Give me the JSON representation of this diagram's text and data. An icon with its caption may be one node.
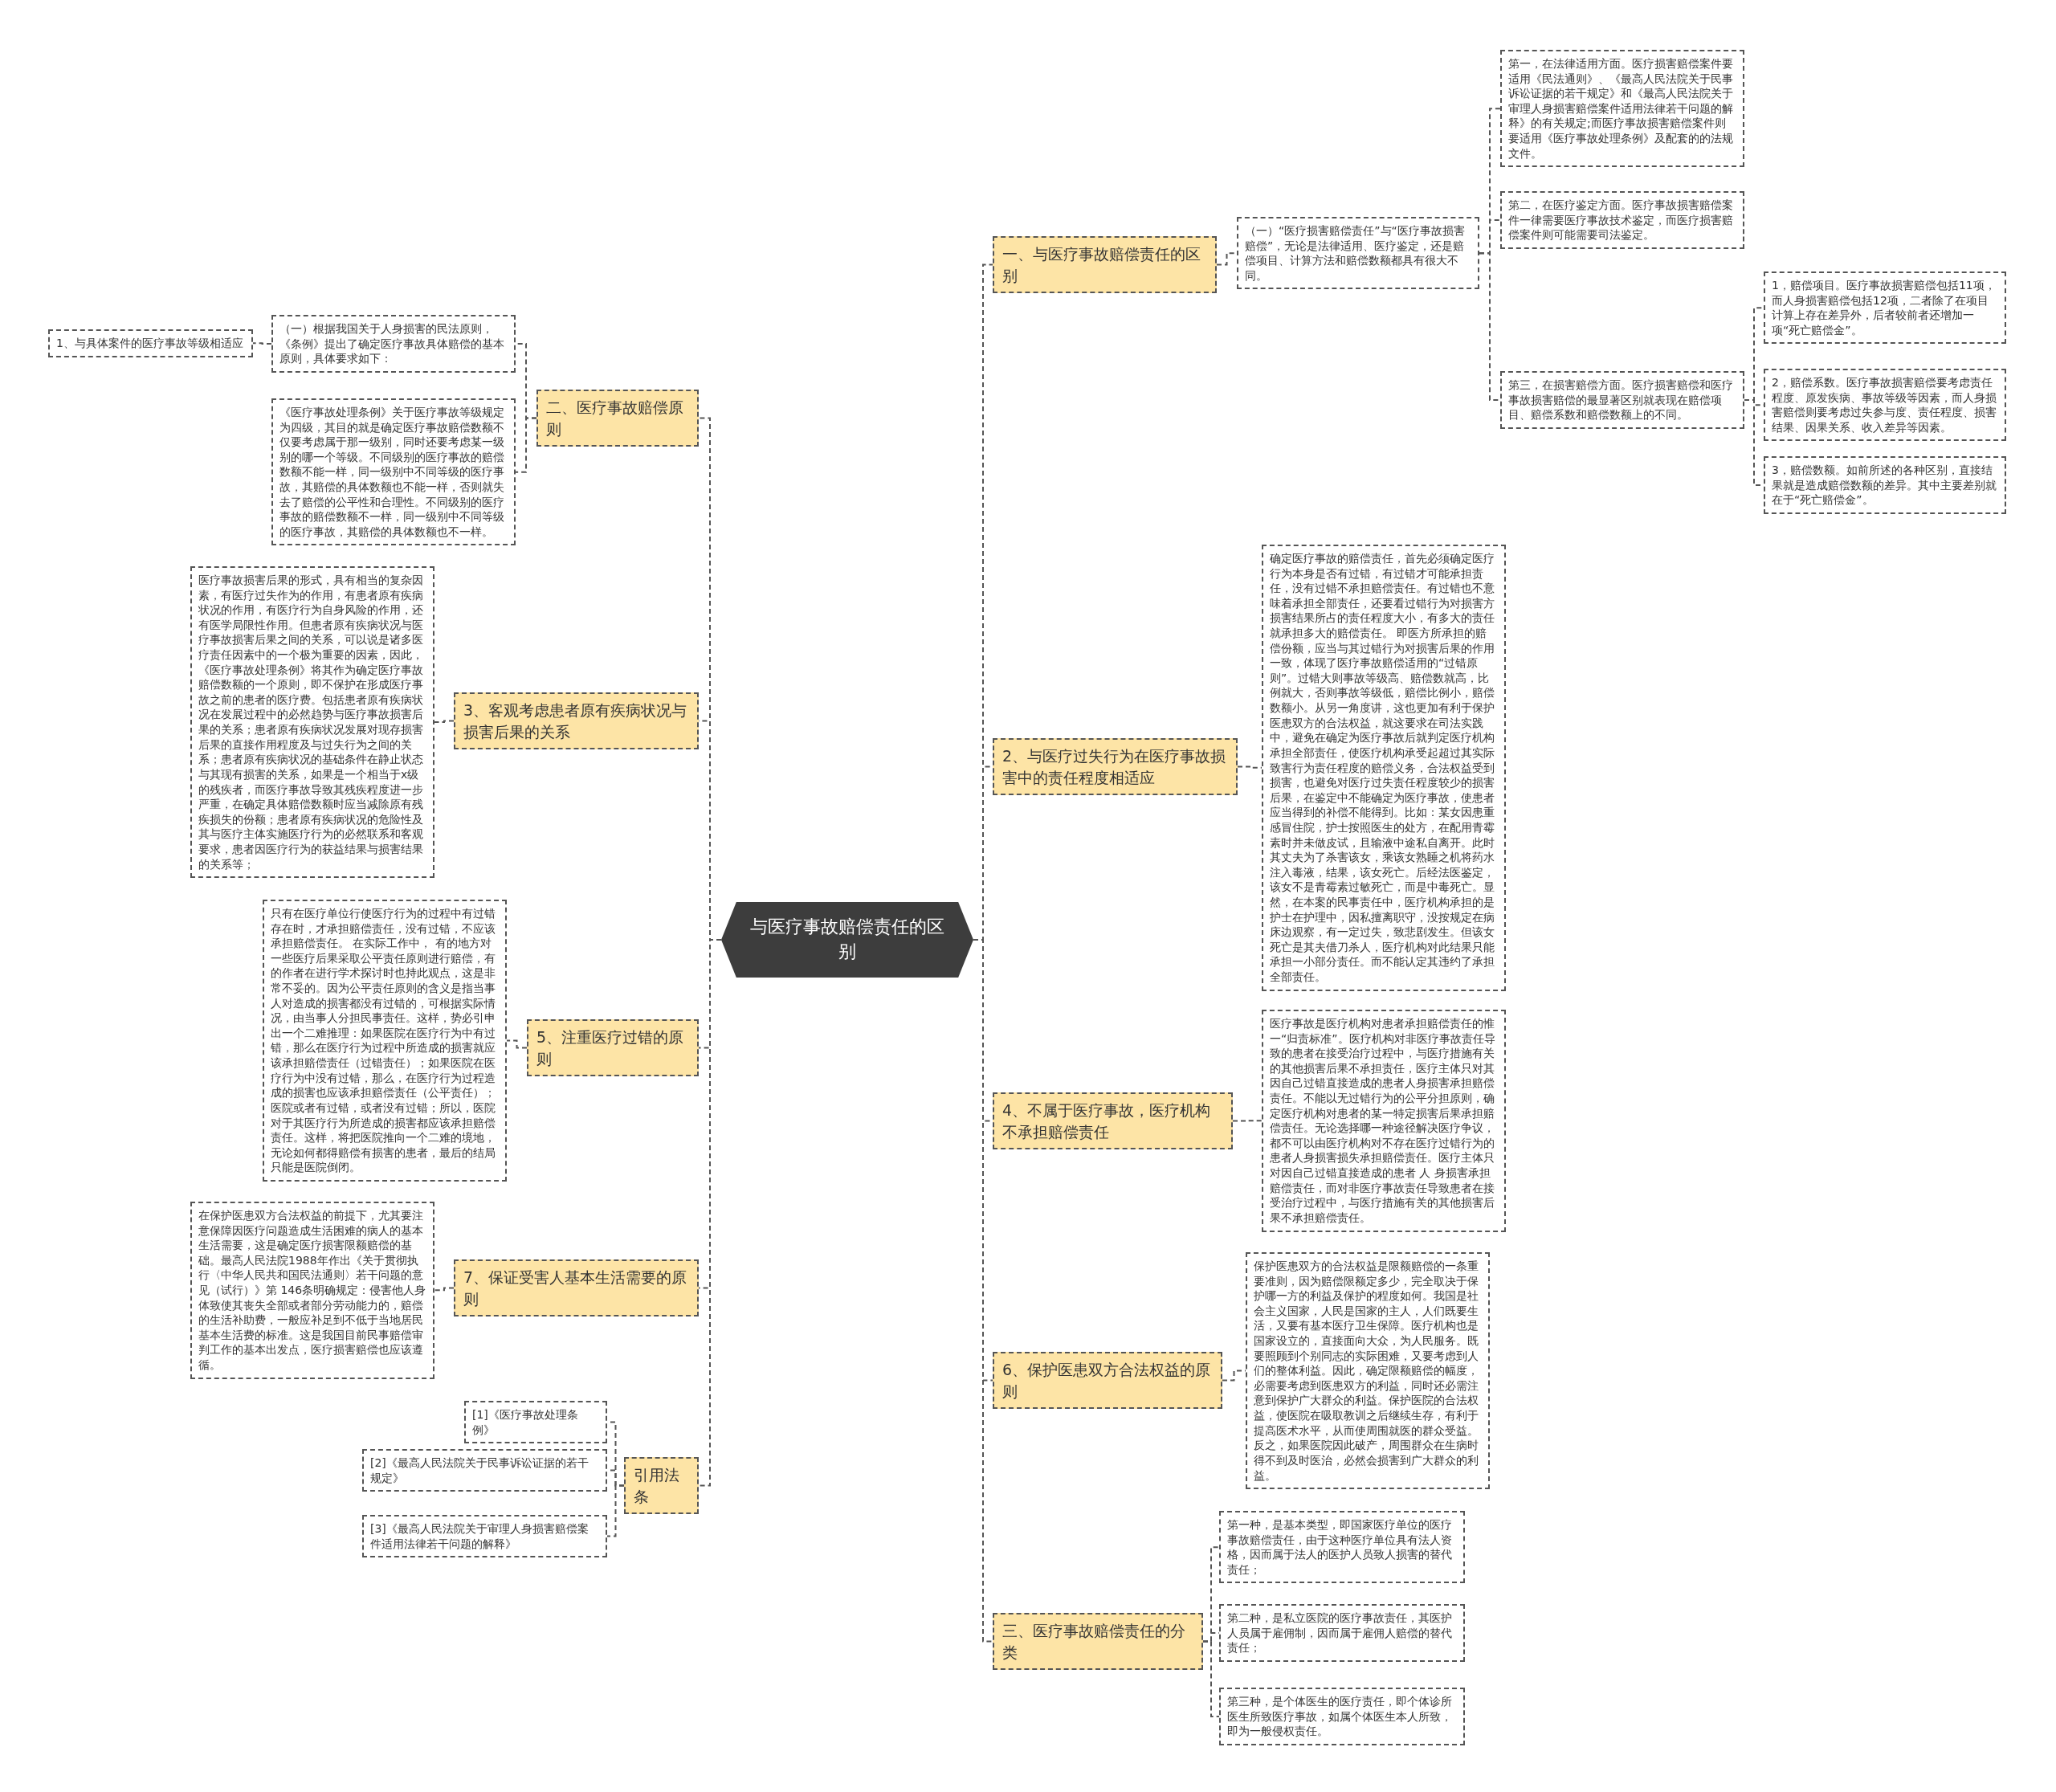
{
  "diagram": {
    "nodes": [
      {
        "text": [
          "与医疗事故赔偿责任的区别"
        ]
      },
      {
        "text": [
          "一、与医疗事故赔偿责任的区别"
        ]
      },
      {
        "text": [
          "（一）“医疗损害赔偿责任”与“医疗事故损害赔偿”，无论是法律适用、医疗鉴定，还是赔偿项目、计算方法和赔偿数额都具有很大不同。"
        ]
      },
      {
        "text": [
          "第一，在法律适用方面。医疗损害赔偿案件要适用《民法通则》、《最高人民法院关于民事诉讼证据的若干规定》和《最高人民法院关于审理人身损害赔偿案件适用法律若干问题的解释》的有关规定;而医疗事故损害赔偿案件则要适用《医疗事故处理条例》及配套的的法规文件。"
        ]
      },
      {
        "text": [
          "第二，在医疗鉴定方面。医疗事故损害赔偿案件一律需要医疗事故技术鉴定，而医疗损害赔偿案件则可能需要司法鉴定。"
        ]
      },
      {
        "text": [
          "第三，在损害赔偿方面。医疗损害赔偿和医疗事故损害赔偿的最显著区别就表现在赔偿项目、赔偿系数和赔偿数额上的不同。"
        ]
      },
      {
        "text": [
          "1，赔偿项目。医疗事故损害赔偿包括11项，而人身损害赔偿包括12项，二者除了在项目计算上存在差异外，后者较前者还增加一项“死亡赔偿金”。"
        ]
      },
      {
        "text": [
          "2，赔偿系数。医疗事故损害赔偿要考虑责任程度、原发疾病、事故等级等因素，而人身损害赔偿则要考虑过失参与度、责任程度、损害结果、因果关系、收入差异等因素。"
        ]
      },
      {
        "text": [
          "3，赔偿数额。如前所述的各种区别，直接结果就是造成赔偿数额的差异。其中主要差别就在于“死亡赔偿金”。"
        ]
      },
      {
        "text": [
          "2、与医疗过失行为在医疗事故损害中的责任程度相适应"
        ]
      },
      {
        "text": [
          "确定医疗事故的赔偿责任，首先必须确定医疗行为本身是否有过错，有过错才可能承担责任，没有过错不承担赔偿责任。有过错也不意味着承担全部责任，还要看过错行为对损害方损害结果所占的责任程度大小，有多大的责任就承担多大的赔偿责任。 即医方所承担的赔偿份额，应当与其过错行为对损害后果的作用一致，体现了医疗事故赔偿适用的“过错原则”。过错大则事故等级高、赔偿数就高，比例就大，否则事故等级低，赔偿比例小，赔偿数额小。从另一角度讲，这也更加有利于保护医患双方的合法权益，就这要求在司法实践中，避免在确定为医疗事故后就判定医疗机构承担全部责任，使医疗机构承受起超过其实际致害行为责任程度的赔偿义务，合法权益受到损害，也避免对医疗过失责任程度较少的损害后果，在鉴定中不能确定为医疗事故，使患者应当得到的补偿不能得到。比如：某女因患重感冒住院，护士按照医生的处方，在配用青霉素时并未做皮试，且输液中途私自离开。此时其丈夫为了杀害该女，乘该女熟睡之机将药水注入毒液，结果，该女死亡。后经法医鉴定，该女不是青霉素过敏死亡，而是中毒死亡。显然，在本案的民事责任中，医疗机构承担的是护士在护理中，因私擅离职守，没按规定在病床边观察，有一定过失，致悲剧发生。但该女死亡是其夫借刀杀人，医疗机构对此结果只能承担一小部分责任。而不能认定其违约了承担全部责任。"
        ]
      },
      {
        "text": [
          "4、不属于医疗事故，医疗机构不承担赔偿责任"
        ]
      },
      {
        "text": [
          "医疗事故是医疗机构对患者承担赔偿责任的惟一“归责标准”。医疗机构对非医疗事故责任导致的患者在接受治疗过程中，与医疗措施有关的其他损害后果不承担责任，医疗主体只对其因自己过错直接造成的患者人身损害承担赔偿责任。不能以无过错行为的公平分担原则，确定医疗机构对患者的某一特定损害后果承担赔偿责任。无论选择哪一种途径解决医疗争议，都不可以由医疗机构对不存在医疗过错行为的患者人身损害损失承担赔偿责任。医疗主体只对因自己过错直接造成的患者 人 身损害承担赔偿责任，而对非医疗事故责任导致患者在接受治疗过程中，与医疗措施有关的其他损害后果不承担赔偿责任。"
        ]
      },
      {
        "text": [
          "6、保护医患双方合法权益的原则"
        ]
      },
      {
        "text": [
          "保护医患双方的合法权益是限额赔偿的一条重要准则，因为赔偿限额定多少，完全取决于保护哪一方的利益及保护的程度如何。我国是社会主义国家，人民是国家的主人，人们既要生活，又要有基本医疗卫生保障。医疗机构也是国家设立的，直接面向大众，为人民服务。既要照顾到个别同志的实际困难，又要考虑到人们的整体利益。因此，确定限额赔偿的幅度，必需要考虑到医患双方的利益，同时还必需注意到保护广大群众的利益。保护医院的合法权益，使医院在吸取教训之后继续生存，有利于提高医术水平，从而使周围就医的群众受益。反之，如果医院因此破产，周围群众在生病时得不到及时医治，必然会损害到广大群众的利益。"
        ]
      },
      {
        "text": [
          "三、医疗事故赔偿责任的分类"
        ]
      },
      {
        "text": [
          "第一种，是基本类型，即国家医疗单位的医疗事故赔偿责任，由于这种医疗单位具有法人资格，因而属于法人的医护人员致人损害的替代责任；"
        ]
      },
      {
        "text": [
          "第二种，是私立医院的医疗事故责任，其医护人员属于雇佣制，因而属于雇佣人赔偿的替代责任；"
        ]
      },
      {
        "text": [
          "第三种，是个体医生的医疗责任，即个体诊所医生所致医疗事故，如属个体医生本人所致，即为一般侵权责任。"
        ]
      },
      {
        "text": [
          "二、医疗事故赔偿原则"
        ]
      },
      {
        "text": [
          "（一）根据我国关于人身损害的民法原则，《条例》提出了确定医疗事故具体赔偿的基本原则，具体要求如下："
        ]
      },
      {
        "text": [
          "1、与具体案件的医疗事故等级相适应"
        ]
      },
      {
        "text": [
          "《医疗事故处理条例》关于医疗事故等级规定为四级，其目的就是确定医疗事故赔偿数额不仅要考虑属于那一级别，同时还要考虑某一级别的哪一个等级。不同级别的医疗事故的赔偿数额不能一样，同一级别中不同等级的医疗事故，其赔偿的具体数额也不能一样，否则就失去了赔偿的公平性和合理性。不同级别的医疗事故的赔偿数额不一样，同一级别中不同等级的医疗事故，其赔偿的具体数额也不一样。"
        ]
      },
      {
        "text": [
          "3、客观考虑患者原有疾病状况与损害后果的关系"
        ]
      },
      {
        "text": [
          "医疗事故损害后果的形式，具有相当的复杂因素，有医疗过失作为的作用，有患者原有疾病状况的作用，有医疗行为自身风险的作用，还有医学局限性作用。但患者原有疾病状况与医疗事故损害后果之间的关系，可以说是诸多医疗责任因素中的一个极为重要的因素，因此，《医疗事故处理条例》将其作为确定医疗事故赔偿数额的一个原则，即不保护在形成医疗事故之前的患者的医疗费。包括患者原有疾病状况在发展过程中的必然趋势与医疗事故损害后果的关系；患者原有疾病状况发展对现存损害后果的直接作用程度及与过失行为之间的关系；患者原有疾病状况的基础条件在静止状态与其现有损害的关系，如果是一个相当于x级的残疾者，而医疗事故导致其残疾程度进一步严重，在确定具体赔偿数额时应当减除原有残疾损失的份额；患者原有疾病状况的危险性及其与医疗主体实施医疗行为的必然联系和客观要求，患者因医疗行为的获益结果与损害结果的关系等；"
        ]
      },
      {
        "text": [
          "5、注重医疗过错的原则"
        ]
      },
      {
        "text": [
          "只有在医疗单位行使医疗行为的过程中有过错存在时，才承担赔偿责任，没有过错，不应该承担赔偿责任。 在实际工作中， 有的地方对一些医疗后果采取公平责任原则进行赔偿，有的作者在进行学术探讨时也持此观点，这是非常不妥的。因为公平责任原则的含义是指当事人对造成的损害都没有过错的，可根据实际情况，由当事人分担民事责任。这样，势必引申出一个二难推理：如果医院在医疗行为中有过错，那么在医疗行为过程中所造成的损害就应该承担赔偿责任（过错责任）；如果医院在医疗行为中没有过错，那么，在医疗行为过程造成的损害也应该承担赔偿责任（公平责任）；医院或者有过错，或者没有过错；所以，医院对于其医疗行为所造成的损害都应该承担赔偿责任。这样，将把医院推向一个二难的境地，无论如何都得赔偿有损害的患者，最后的结局只能是医院倒闭。"
        ]
      },
      {
        "text": [
          "7、保证受害人基本生活需要的原则"
        ]
      },
      {
        "text": [
          "在保护医患双方合法权益的前提下，尤其要注意保障因医疗问题造成生活困难的病人的基本生活需要，这是确定医疗损害限额赔偿的基础。最高人民法院1988年作出《关于贯彻执行〈中华人民共和国民法通则〉若干问题的意见（试行）》第 146条明确规定：侵害他人身体致使其丧失全部或者部分劳动能力的，赔偿的生活补助费，一般应补足到不低于当地居民基本生活费的标准。这是我国目前民事赔偿审判工作的基本出发点，医疗损害赔偿也应该遵循。"
        ]
      },
      {
        "text": [
          "引用法条"
        ]
      },
      {
        "text": [
          "[1]《医疗事故处理条例》"
        ]
      },
      {
        "text": [
          "[2]《最高人民法院关于民事诉讼证据的若干规定》"
        ]
      },
      {
        "text": [
          "[3]《最高人民法院关于审理人身损害赔偿案件适用法律若干问题的解释》"
        ]
      }
    ],
    "edges": [
      {
        "from": 0,
        "to": 1,
        "arrow": "none"
      },
      {
        "from": 1,
        "to": 2,
        "arrow": "none"
      },
      {
        "from": 2,
        "to": 3,
        "arrow": "none"
      },
      {
        "from": 2,
        "to": 4,
        "arrow": "none"
      },
      {
        "from": 2,
        "to": 5,
        "arrow": "none"
      },
      {
        "from": 5,
        "to": 6,
        "arrow": "none"
      },
      {
        "from": 5,
        "to": 7,
        "arrow": "none"
      },
      {
        "from": 5,
        "to": 8,
        "arrow": "none"
      },
      {
        "from": 0,
        "to": 9,
        "arrow": "none"
      },
      {
        "from": 9,
        "to": 10,
        "arrow": "none"
      },
      {
        "from": 0,
        "to": 11,
        "arrow": "none"
      },
      {
        "from": 11,
        "to": 12,
        "arrow": "none"
      },
      {
        "from": 0,
        "to": 13,
        "arrow": "none"
      },
      {
        "from": 13,
        "to": 14,
        "arrow": "none"
      },
      {
        "from": 0,
        "to": 15,
        "arrow": "none"
      },
      {
        "from": 15,
        "to": 16,
        "arrow": "none"
      },
      {
        "from": 15,
        "to": 17,
        "arrow": "none"
      },
      {
        "from": 15,
        "to": 18,
        "arrow": "none"
      },
      {
        "from": 0,
        "to": 19,
        "arrow": "none"
      },
      {
        "from": 19,
        "to": 20,
        "arrow": "none"
      },
      {
        "from": 20,
        "to": 21,
        "arrow": "none"
      },
      {
        "from": 19,
        "to": 22,
        "arrow": "none"
      },
      {
        "from": 0,
        "to": 23,
        "arrow": "none"
      },
      {
        "from": 23,
        "to": 24,
        "arrow": "none"
      },
      {
        "from": 0,
        "to": 25,
        "arrow": "none"
      },
      {
        "from": 25,
        "to": 26,
        "arrow": "none"
      },
      {
        "from": 0,
        "to": 27,
        "arrow": "none"
      },
      {
        "from": 27,
        "to": 28,
        "arrow": "none"
      },
      {
        "from": 0,
        "to": 29,
        "arrow": "none"
      },
      {
        "from": 29,
        "to": 30,
        "arrow": "none"
      },
      {
        "from": 29,
        "to": 31,
        "arrow": "none"
      },
      {
        "from": 29,
        "to": 32,
        "arrow": "none"
      }
    ]
  }
}
